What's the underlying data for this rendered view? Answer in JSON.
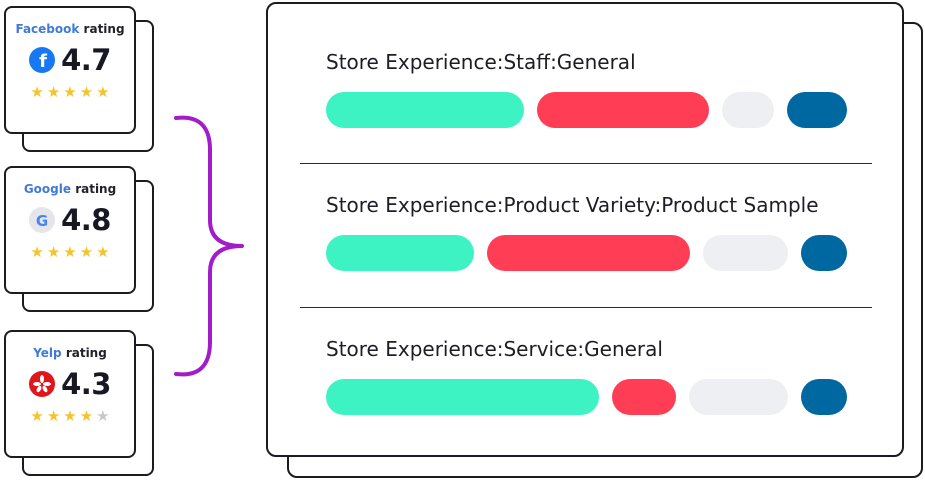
{
  "colors": {
    "positive": "#3ef3c3",
    "negative": "#ff3e55",
    "neutral": "#eeeff3",
    "mixed": "#0068a0",
    "star_on": "#f4c430",
    "star_off": "#c8c8cc",
    "brace": "#a21dc9"
  },
  "ratings": [
    {
      "source": "Facebook",
      "suffix": "rating",
      "score": "4.7",
      "icon": "facebook-icon",
      "stars": [
        1,
        1,
        1,
        1,
        1
      ]
    },
    {
      "source": "Google",
      "suffix": "rating",
      "score": "4.8",
      "icon": "google-icon",
      "stars": [
        1,
        1,
        1,
        1,
        1
      ]
    },
    {
      "source": "Yelp",
      "suffix": "rating",
      "score": "4.3",
      "icon": "yelp-icon",
      "stars": [
        1,
        1,
        1,
        1,
        0
      ]
    }
  ],
  "topics": [
    {
      "title": "Store Experience:Staff:General"
    },
    {
      "title": "Store Experience:Product Variety:Product Sample"
    },
    {
      "title": "Store Experience:Service:General"
    }
  ]
}
